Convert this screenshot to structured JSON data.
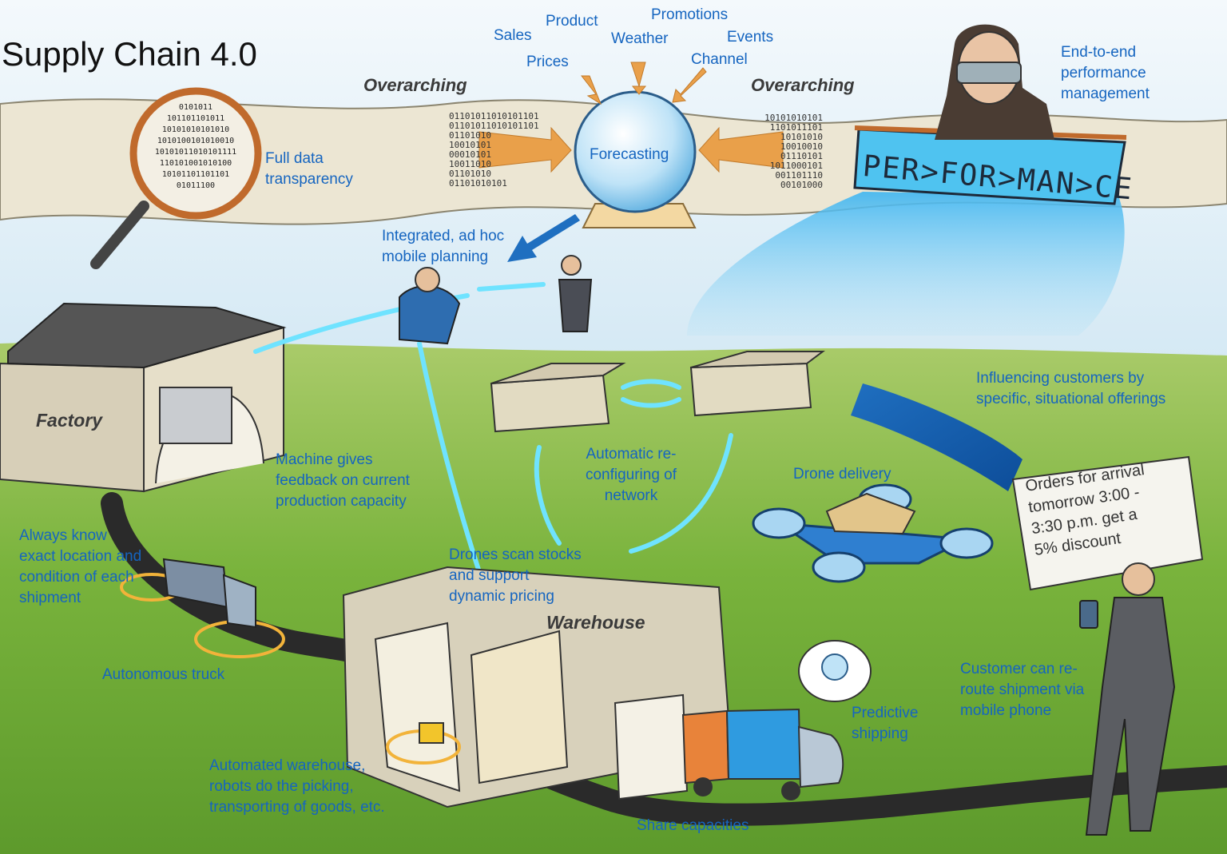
{
  "title": "Supply Chain 4.0",
  "colors": {
    "label_blue": "#1565c0",
    "grass": "#7fb23a",
    "sky": "#d9ebf5",
    "road": "#2a2a2a",
    "glow": "#6fe3ff"
  },
  "labels": {
    "overarching_left": "Overarching",
    "overarching_right": "Overarching",
    "sales": "Sales",
    "product": "Product",
    "promotions": "Promotions",
    "weather": "Weather",
    "events": "Events",
    "prices": "Prices",
    "channel": "Channel",
    "forecasting": "Forecasting",
    "full_data": "Full data\ntransparency",
    "end_to_end": "End-to-end\nperformance\nmanagement",
    "integrated": "Integrated, ad hoc\nmobile planning",
    "factory": "Factory",
    "machine_feedback": "Machine gives\nfeedback on current\nproduction capacity",
    "auto_reconfig": "Automatic re-\nconfiguring of\nnetwork",
    "influencing": "Influencing customers by\nspecific, situational offerings",
    "drone_delivery": "Drone delivery",
    "sign_offer": "Orders for arrival\ntomorrow 3:00 -\n3:30 p.m. get a\n5% discount",
    "always_know": "Always know\nexact location and\ncondition of each\nshipment",
    "drones_scan": "Drones scan stocks\nand support\ndynamic pricing",
    "warehouse": "Warehouse",
    "autonomous_truck": "Autonomous truck",
    "customer_reroute": "Customer can re-\nroute shipment via\nmobile phone",
    "predictive_shipping": "Predictive\nshipping",
    "automated_warehouse": "Automated warehouse,\nrobots do the picking,\ntransporting of goods, etc.",
    "share_capacities": "Share capacities",
    "performance_banner": "PER>FOR>MAN>CE"
  },
  "binary": {
    "lens": [
      "0101011",
      "101101101011",
      "10101010101010",
      "1010100101010010",
      "10101011010101111",
      "110101001010100",
      "10101101101101",
      "01011100"
    ],
    "left_stream": [
      "01101011010101101",
      "01101011010101101",
      "01101010",
      "10010101",
      "00010101",
      "10011010",
      "01101010",
      "01101010101"
    ],
    "right_stream": [
      "10101010101",
      "1101011101",
      "10101010",
      "10010010",
      "01110101",
      "1011000101",
      "001101110",
      "00101000"
    ]
  },
  "icons": [
    "magnifier-icon",
    "crystal-ball-icon",
    "drone-icon",
    "truck-icon",
    "forklift-icon",
    "smartphone-icon",
    "lightbulb-icon"
  ]
}
